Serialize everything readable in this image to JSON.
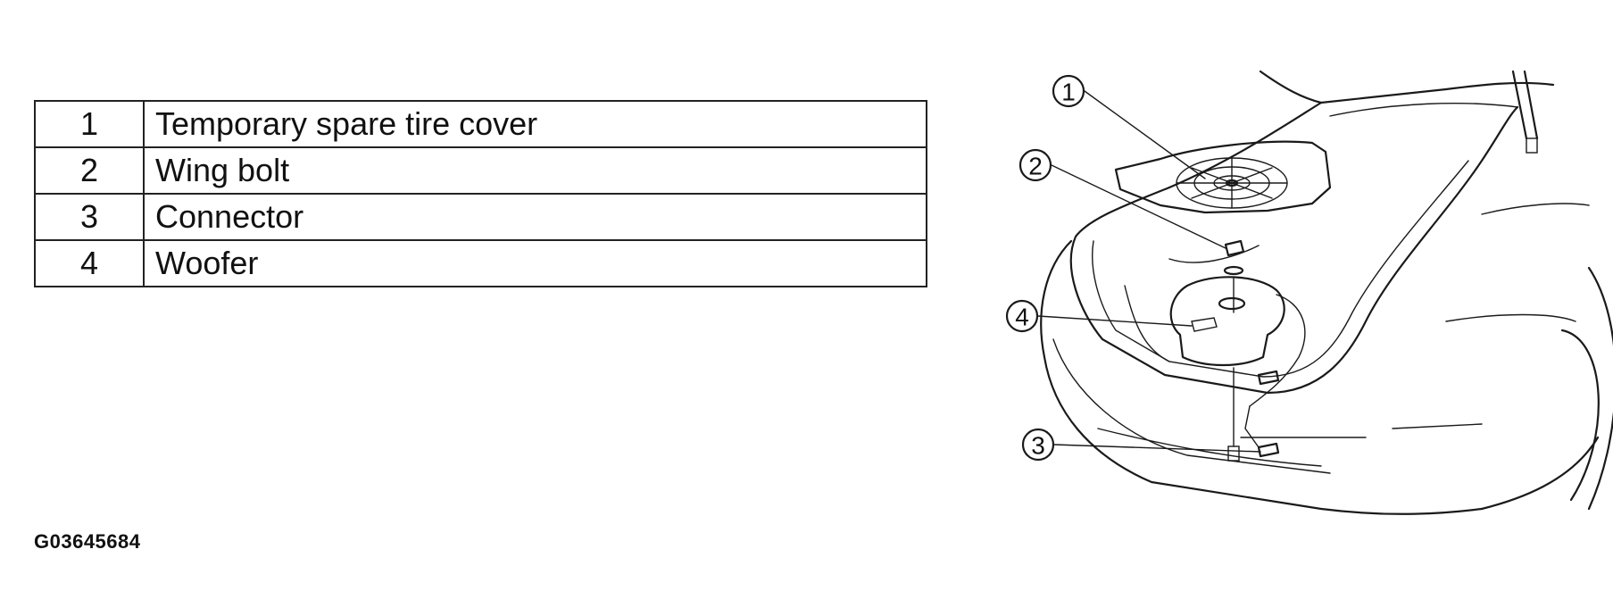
{
  "legend": {
    "rows": [
      {
        "number": "1",
        "label": "Temporary spare tire cover"
      },
      {
        "number": "2",
        "label": "Wing bolt"
      },
      {
        "number": "3",
        "label": "Connector"
      },
      {
        "number": "4",
        "label": "Woofer"
      }
    ]
  },
  "callouts": [
    "1",
    "2",
    "3",
    "4"
  ],
  "figure_id": "G03645684"
}
